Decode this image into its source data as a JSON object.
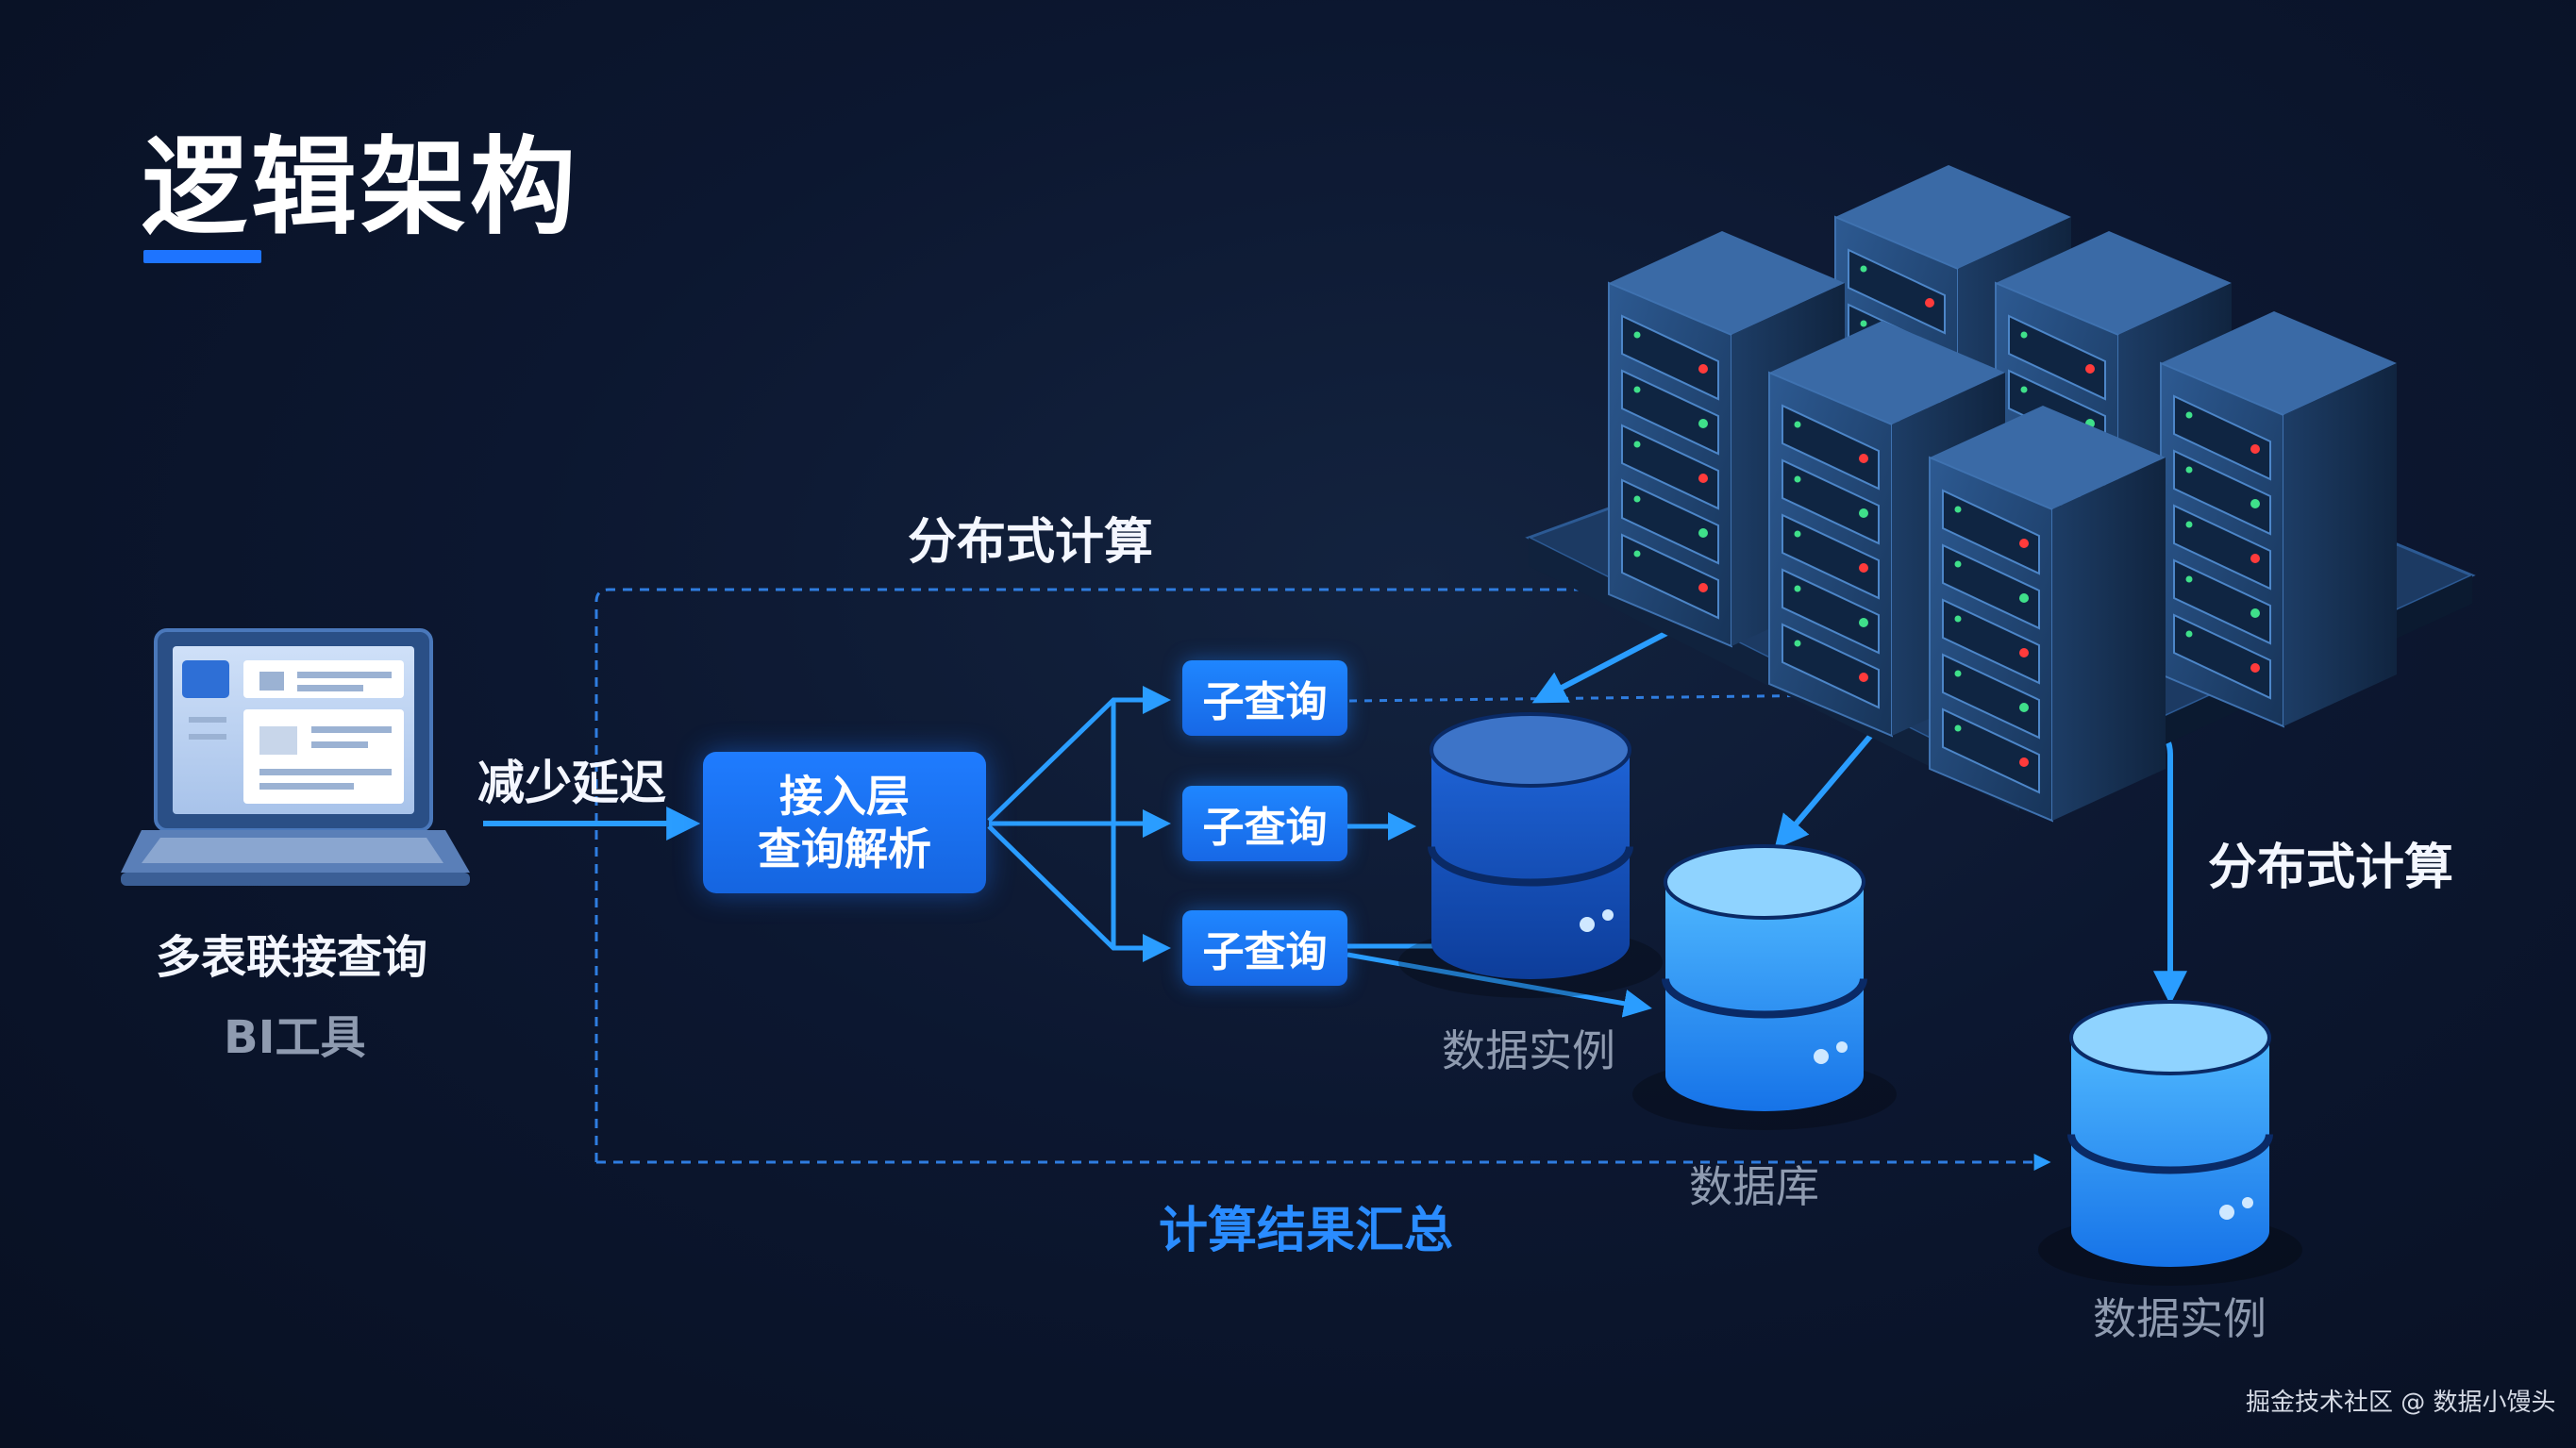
{
  "title": "逻辑架构",
  "client": {
    "caption": "多表联接查询",
    "subcaption": "BI工具",
    "arrow_label": "减少延迟"
  },
  "access_layer": {
    "line1": "接入层",
    "line2": "查询解析"
  },
  "subqueries": [
    "子查询",
    "子查询",
    "子查询"
  ],
  "distributed_top": "分布式计算",
  "distributed_right": "分布式计算",
  "aggregate": "计算结果汇总",
  "instances": {
    "db1": "数据实例",
    "db2": "数据库",
    "db3": "数据实例"
  },
  "watermark": "掘金技术社区 @ 数据小馒头",
  "colors": {
    "accent": "#1e74ff",
    "node": "#1a6ff2",
    "arrow": "#2a9dff",
    "agg_text": "#2a8cff"
  }
}
